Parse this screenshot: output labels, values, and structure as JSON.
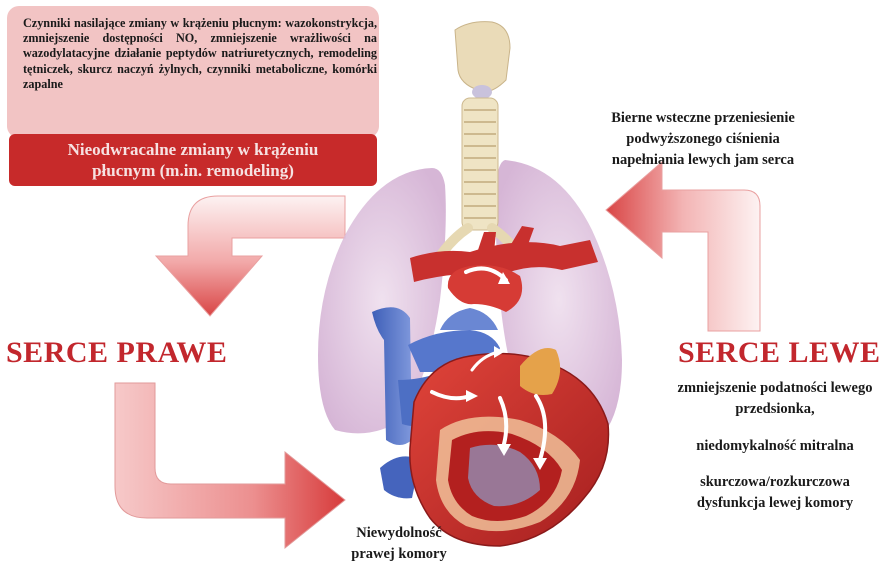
{
  "factors": {
    "text": "Czynniki nasilające zmiany w krążeniu płucnym: wazokonstrykcja, zmniejszenie dostępności NO, zmniejszenie wrażliwości na wazodylatacyjne działanie peptydów natriuretycznych, remodeling tętniczek, skurcz naczyń żylnych, czynniki metaboliczne, komórki zapalne",
    "irreversible": "Nieodwracalne zmiany w krążeniu płucnym (m.in. remodeling)"
  },
  "right_heart": {
    "title": "SERCE  PRAWE",
    "caption": "Niewydolność prawej komory"
  },
  "left_heart": {
    "title": "SERCE  LEWE",
    "transmission": "Bierne wsteczne przeniesienie podwyższonego ciśnienia napełniania lewych jam serca",
    "items": [
      "zmniejszenie podatności lewego przedsionka,",
      "niedomykalność mitralna",
      "skurczowa/rozkurczowa dysfunkcja lewej komory"
    ]
  },
  "colors": {
    "accent_red": "#c2272d",
    "box_pink": "#f2c4c4",
    "box_red": "#c72a2a",
    "arrow_light": "#fbe9e9",
    "arrow_dark": "#d94545",
    "lung": "#dcc2dc",
    "trachea": "#efe4c4",
    "artery": "#c8302e",
    "vein": "#4d6fc4"
  }
}
